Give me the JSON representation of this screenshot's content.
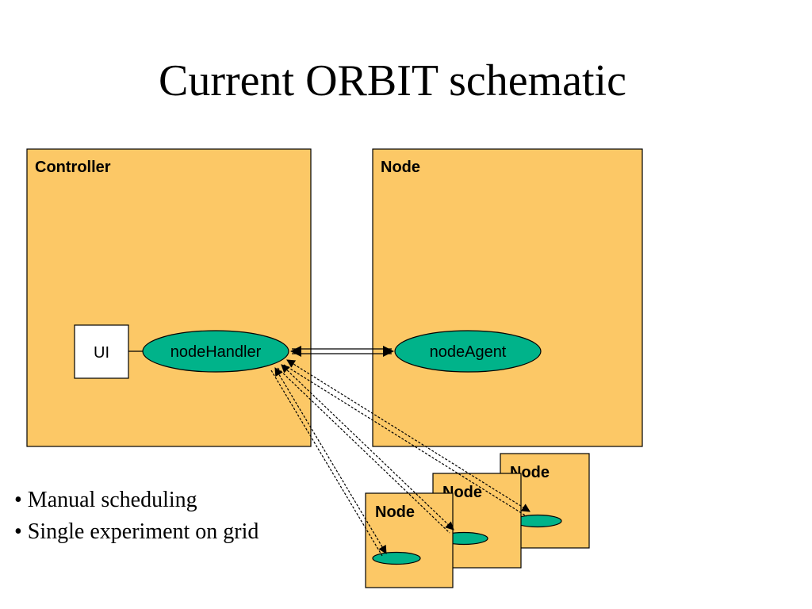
{
  "title": "Current ORBIT schematic",
  "diagram": {
    "controller": {
      "label": "Controller",
      "ui_label": "UI",
      "handler_label": "nodeHandler"
    },
    "main_node": {
      "label": "Node",
      "agent_label": "nodeAgent"
    },
    "small_nodes": [
      {
        "label": "Node"
      },
      {
        "label": "Node"
      },
      {
        "label": "Node"
      }
    ],
    "colors": {
      "box_fill": "#FCC866",
      "ellipse_fill": "#00B38A",
      "outline": "#000000"
    }
  },
  "bullets": [
    "• Manual scheduling",
    "• Single experiment on grid"
  ]
}
